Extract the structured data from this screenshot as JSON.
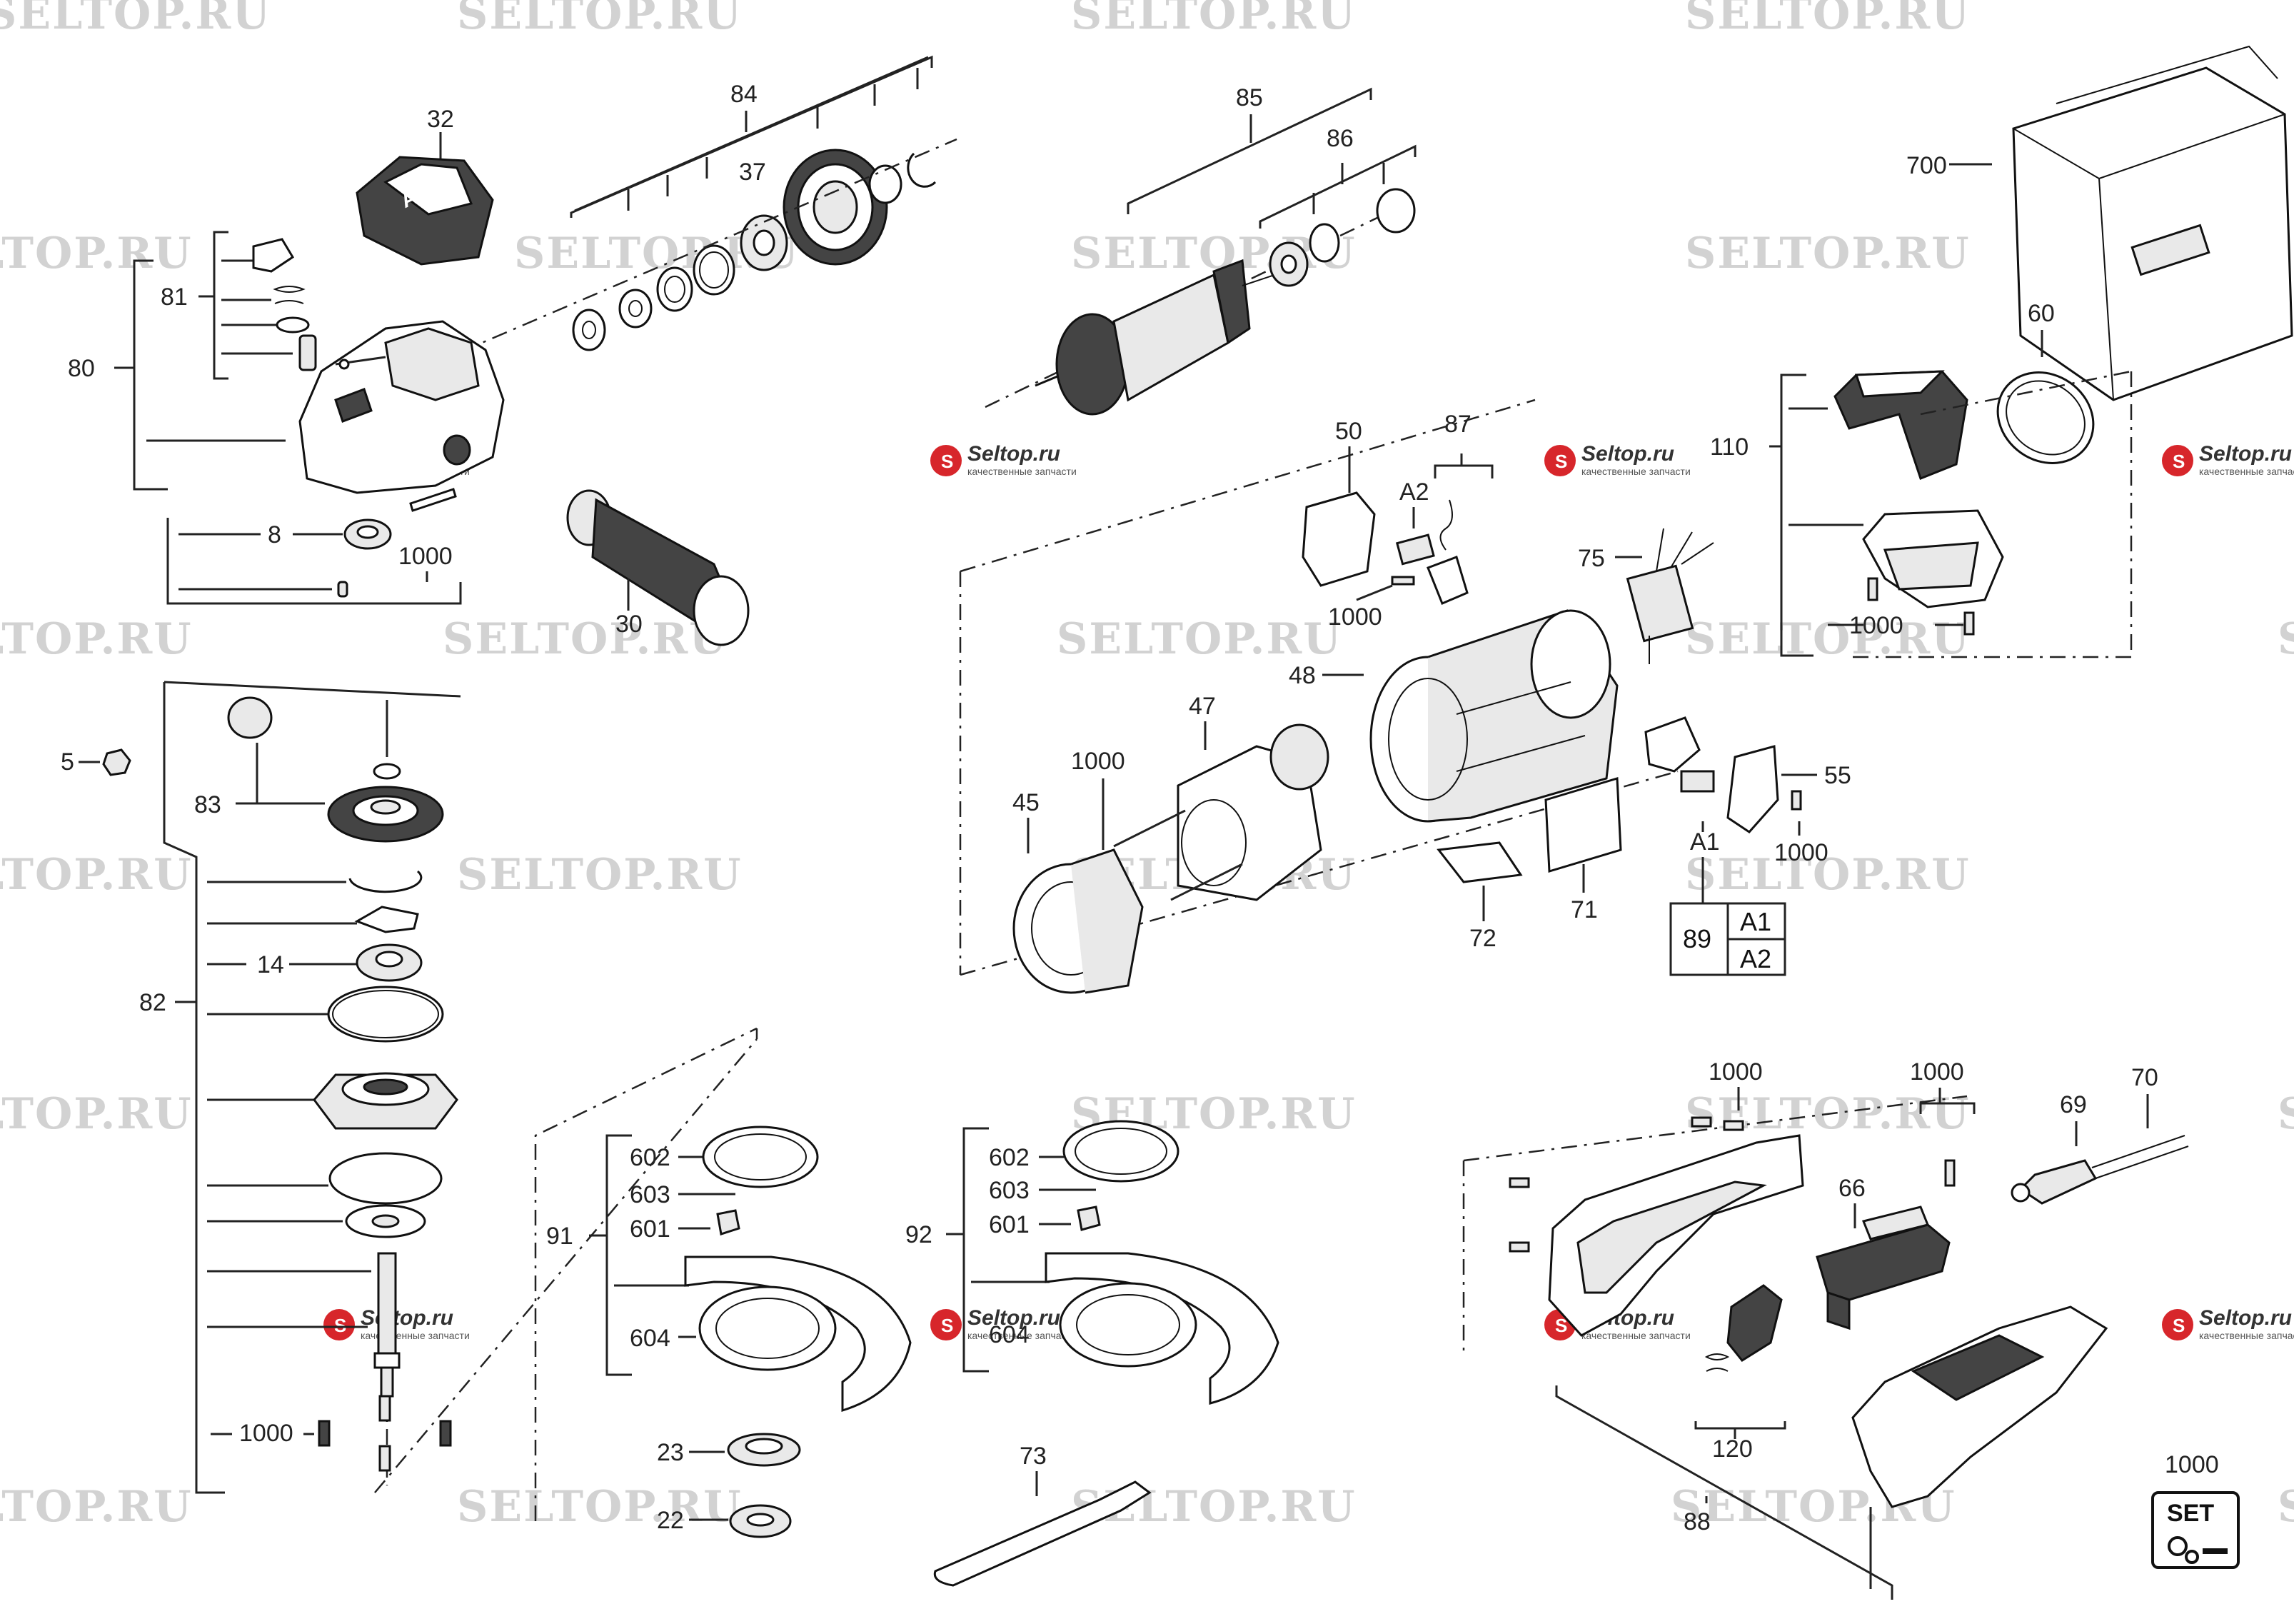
{
  "watermark_text": "SELTOP.RU",
  "logo": {
    "brand": "Seltop.ru",
    "tagline": "качественные запчасти"
  },
  "housing_brand": "AEG",
  "labels": {
    "l84": "84",
    "l32": "32",
    "l37": "37",
    "l81": "81",
    "l80": "80",
    "l8": "8",
    "l1000_a": "1000",
    "l30": "30",
    "l85": "85",
    "l86": "86",
    "l700": "700",
    "l60": "60",
    "l110": "110",
    "l1000_b": "1000",
    "l50": "50",
    "l87": "87",
    "lA2": "A2",
    "l1000_c": "1000",
    "l75": "75",
    "l48": "48",
    "l47": "47",
    "l1000_d": "1000",
    "l45": "45",
    "l55": "55",
    "lA1": "A1",
    "l1000_e": "1000",
    "l72": "72",
    "l71": "71",
    "l89": "89",
    "l89A1": "A1",
    "l89A2": "A2",
    "l5": "5",
    "l83": "83",
    "l14": "14",
    "l82": "82",
    "l1000_f": "1000",
    "l91": "91",
    "l602_a": "602",
    "l603_a": "603",
    "l601_a": "601",
    "l604_a": "604",
    "l92": "92",
    "l602_b": "602",
    "l603_b": "603",
    "l601_b": "601",
    "l604_b": "604",
    "l23": "23",
    "l22": "22",
    "l73": "73",
    "l1000_g": "1000",
    "l1000_h": "1000",
    "l69": "69",
    "l70": "70",
    "l66": "66",
    "l120": "120",
    "l88": "88",
    "l1000_i": "1000",
    "set": "SET"
  },
  "colors": {
    "ink": "#222222",
    "watermark": "#d2d2d2",
    "logo_red": "#d7262b"
  }
}
